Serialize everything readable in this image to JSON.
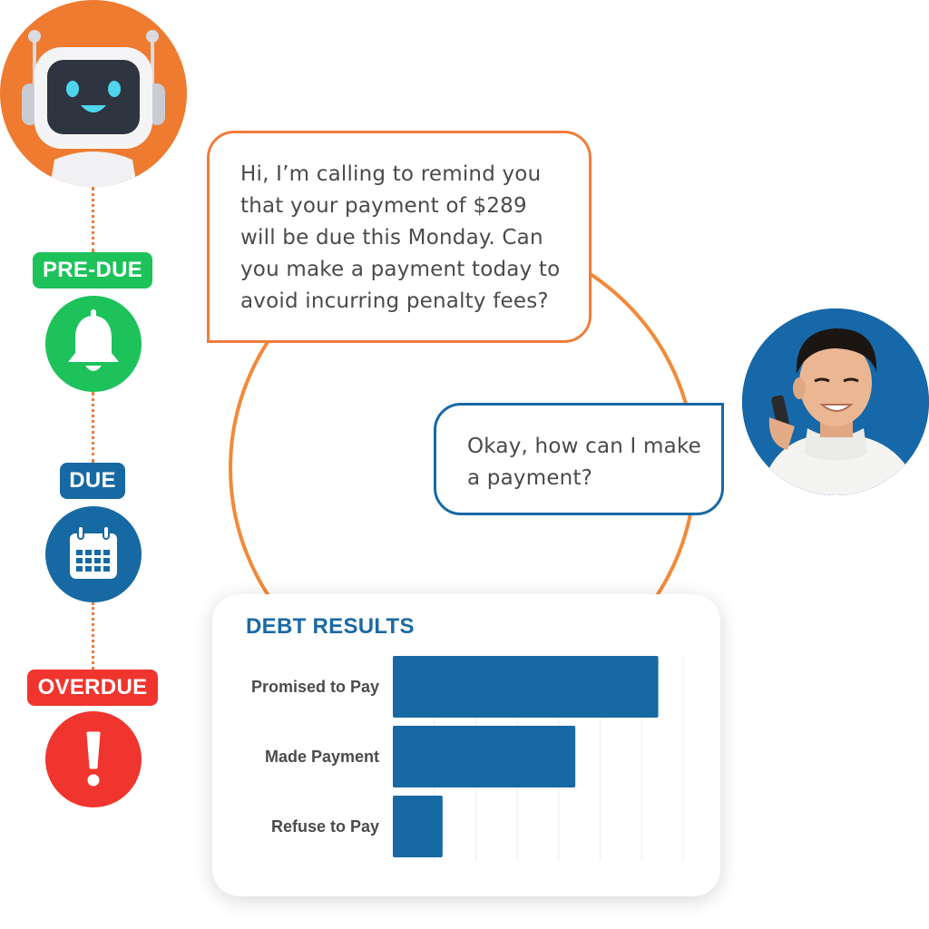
{
  "colors": {
    "orange": "#f28a3a",
    "green": "#1ec25a",
    "blue": "#1769a3",
    "red": "#f0352e",
    "bar": "#1769a3"
  },
  "timeline": {
    "stages": [
      {
        "label": "PRE-DUE",
        "icon": "bell-icon"
      },
      {
        "label": "DUE",
        "icon": "calendar-icon"
      },
      {
        "label": "OVERDUE",
        "icon": "exclamation-icon"
      }
    ]
  },
  "conversation": {
    "agent_lines": [
      "Hi, I’m calling to remind you",
      "that your payment of $289",
      "will be due this Monday. Can",
      "you make a payment today to",
      "avoid incurring penalty fees?"
    ],
    "customer_lines": [
      "Okay, how can I make",
      "a payment?"
    ]
  },
  "results": {
    "title": "DEBT RESULTS"
  },
  "chart_data": {
    "type": "bar",
    "orientation": "horizontal",
    "title": "DEBT RESULTS",
    "categories": [
      "Promised to Pay",
      "Made Payment",
      "Refuse to Pay"
    ],
    "values": [
      64,
      44,
      12
    ],
    "xlim": [
      0,
      70
    ],
    "grid": true
  }
}
